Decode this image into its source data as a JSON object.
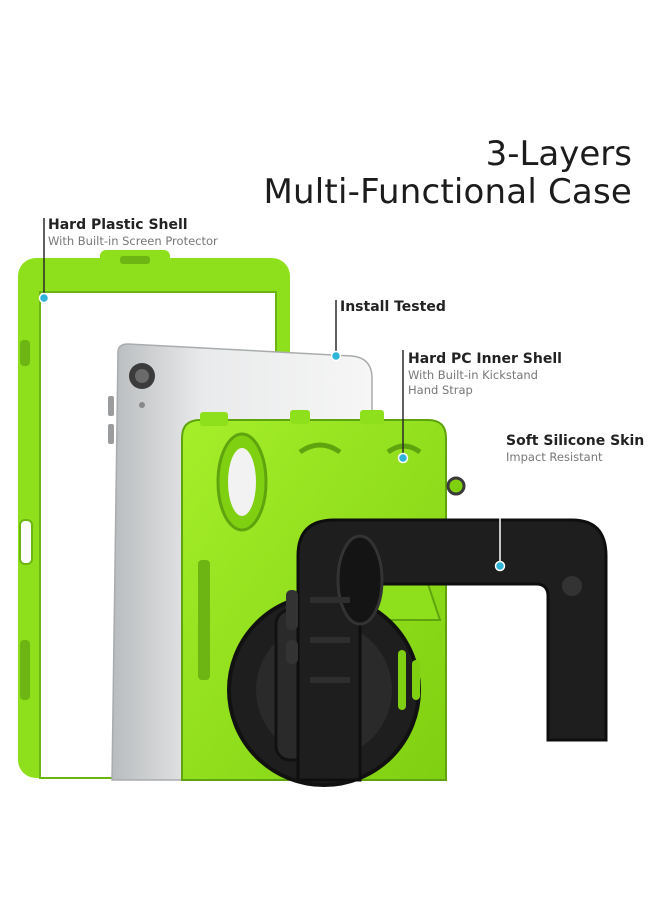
{
  "headline": {
    "line1": "3-Layers",
    "line2": "Multi-Functional Case"
  },
  "callouts": {
    "plastic_shell": {
      "title": "Hard Plastic Shell",
      "subtitle": "With Built-in Screen Protector"
    },
    "install": {
      "title": "Install Tested"
    },
    "pc_shell": {
      "title": "Hard PC Inner Shell",
      "subtitle_1": "With Built-in Kickstand",
      "subtitle_2": "Hand Strap"
    },
    "silicone": {
      "title": "Soft Silicone Skin",
      "subtitle": "Impact Resistant"
    }
  },
  "colors": {
    "lime": "#8fe01c",
    "lime_dark": "#6cb512",
    "silicone": "#1e1e1e",
    "marker": "#2fb3d6",
    "tablet": "#c9cbcc"
  }
}
